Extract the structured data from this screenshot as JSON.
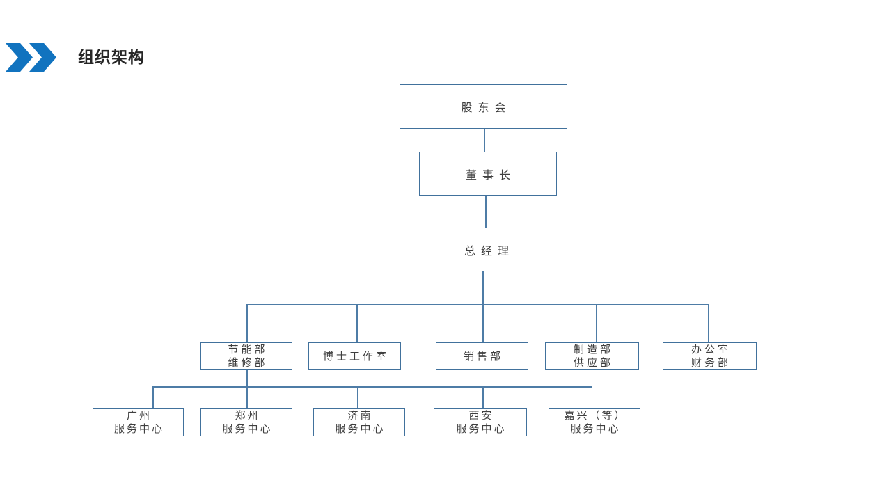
{
  "slide": {
    "title": "组织架构",
    "colors": {
      "accent_blue": "#1173BF",
      "box_border": "#41719C",
      "connector": "#4E7CA6",
      "title_text": "#262626",
      "node_text": "#3F3F3F",
      "background": "#FFFFFF"
    }
  },
  "org": {
    "shareholders": {
      "lines": [
        "股东会"
      ]
    },
    "chairman": {
      "lines": [
        "董事长"
      ]
    },
    "general_manager": {
      "lines": [
        "总经理"
      ]
    },
    "departments": [
      {
        "lines": [
          "节能部",
          "维修部"
        ]
      },
      {
        "lines": [
          "博士工作室"
        ]
      },
      {
        "lines": [
          "销售部"
        ]
      },
      {
        "lines": [
          "制造部",
          "供应部"
        ]
      },
      {
        "lines": [
          "办公室",
          "财务部"
        ]
      }
    ],
    "service_centers": [
      {
        "lines": [
          "广州",
          "服务中心"
        ]
      },
      {
        "lines": [
          "郑州",
          "服务中心"
        ]
      },
      {
        "lines": [
          "济南",
          "服务中心"
        ]
      },
      {
        "lines": [
          "西安",
          "服务中心"
        ]
      },
      {
        "lines": [
          "嘉兴（等）",
          "服务中心"
        ]
      }
    ]
  }
}
